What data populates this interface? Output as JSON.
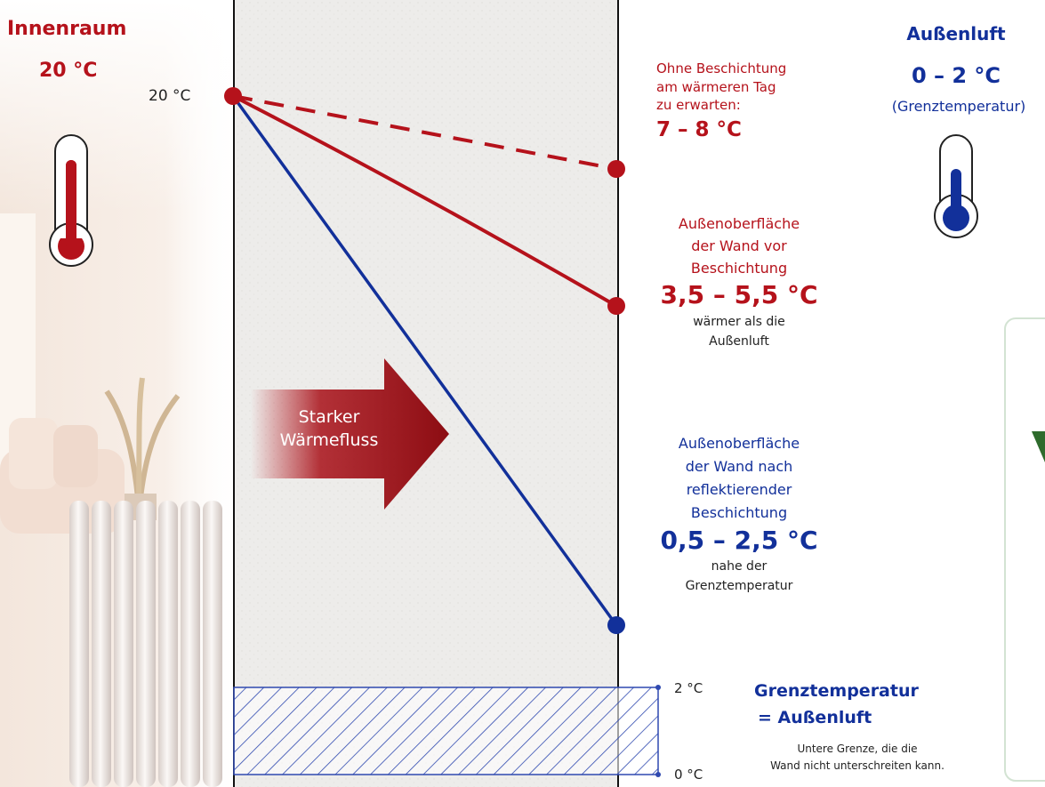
{
  "inside": {
    "title": "Innenraum",
    "temp": "20 °C"
  },
  "outside": {
    "title": "Außenluft",
    "temp": "0 – 2 °C",
    "note": "(Grenztemperatur)"
  },
  "start_label": "20 °C",
  "arrow": {
    "line1": "Starker",
    "line2": "Wärmefluss"
  },
  "no_coating": {
    "line1": "Ohne Beschichtung",
    "line2": "am wärmeren Tag",
    "line3": "zu erwarten:",
    "value": "7 – 8 °C"
  },
  "before_coating": {
    "line1": "Außenoberfläche",
    "line2": "der Wand vor",
    "line3": "Beschichtung",
    "value": "3,5 – 5,5 °C",
    "sub1": "wärmer als die",
    "sub2": "Außenluft"
  },
  "after_coating": {
    "line1": "Außenoberfläche",
    "line2": "der Wand nach",
    "line3": "reflektierender",
    "line4": "Beschichtung",
    "value": "0,5 – 2,5 °C",
    "sub1": "nahe der",
    "sub2": "Grenztemperatur"
  },
  "limit": {
    "tick_top": "2 °C",
    "tick_bottom": "0 °C",
    "title1": "Grenztemperatur",
    "title2": "= Außenluft",
    "sub1": "Untere Grenze, die die",
    "sub2": "Wand nicht unterschreiten kann."
  },
  "colors": {
    "red": "#b5121b",
    "blue": "#12309a",
    "wall": "#eeedeb"
  },
  "icons": {
    "left_thermometer": "thermometer-hot-icon",
    "right_thermometer": "thermometer-cold-icon",
    "arrow": "heat-flow-arrow"
  }
}
